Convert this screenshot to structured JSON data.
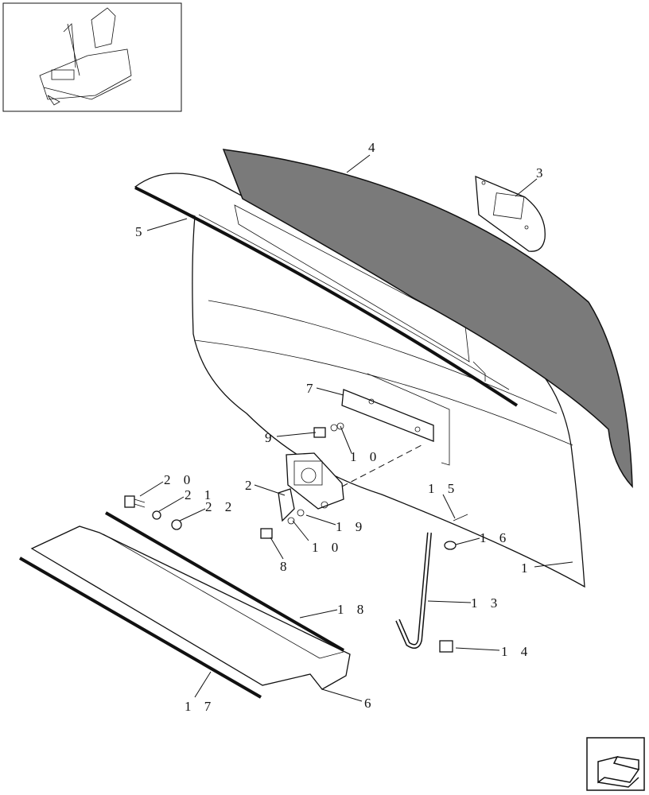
{
  "callouts": [
    {
      "id": "1",
      "text": "1"
    },
    {
      "id": "2",
      "text": "2"
    },
    {
      "id": "3",
      "text": "3"
    },
    {
      "id": "4",
      "text": "4"
    },
    {
      "id": "5",
      "text": "5"
    },
    {
      "id": "6",
      "text": "6"
    },
    {
      "id": "7",
      "text": "7"
    },
    {
      "id": "8",
      "text": "8"
    },
    {
      "id": "9",
      "text": "9"
    },
    {
      "id": "10a",
      "text": "1 0"
    },
    {
      "id": "10b",
      "text": "1 0"
    },
    {
      "id": "13",
      "text": "1 3"
    },
    {
      "id": "14",
      "text": "1 4"
    },
    {
      "id": "15",
      "text": "1 5"
    },
    {
      "id": "16",
      "text": "1 6"
    },
    {
      "id": "17",
      "text": "1 7"
    },
    {
      "id": "18",
      "text": "1 8"
    },
    {
      "id": "19",
      "text": "1 9"
    },
    {
      "id": "20",
      "text": "2 0"
    },
    {
      "id": "21",
      "text": "2 1"
    },
    {
      "id": "22",
      "text": "2 2"
    }
  ],
  "colors": {
    "window_panel": "#7a7a7a",
    "line": "#111111",
    "background": "#ffffff"
  },
  "icons": {
    "thumbnail": "machine-thumbnail-icon",
    "nav": "next-page-arrow-icon"
  }
}
